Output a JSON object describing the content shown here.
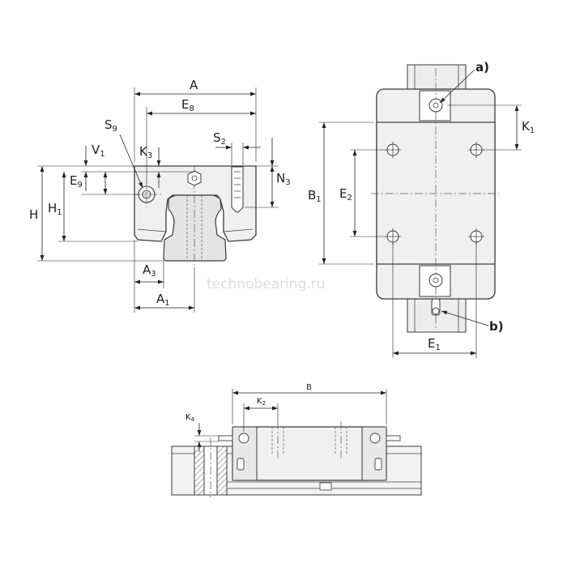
{
  "watermark": "technobearing.ru",
  "front_view": {
    "labels": {
      "A": {
        "main": "A",
        "sub": ""
      },
      "E8": {
        "main": "E",
        "sub": "8"
      },
      "S9": {
        "main": "S",
        "sub": "9"
      },
      "V1": {
        "main": "V",
        "sub": "1"
      },
      "K3": {
        "main": "K",
        "sub": "3"
      },
      "S2": {
        "main": "S",
        "sub": "2"
      },
      "N3": {
        "main": "N",
        "sub": "3"
      },
      "E9": {
        "main": "E",
        "sub": "9"
      },
      "H1": {
        "main": "H",
        "sub": "1"
      },
      "H": {
        "main": "H",
        "sub": ""
      },
      "A3": {
        "main": "A",
        "sub": "3"
      },
      "A1": {
        "main": "A",
        "sub": "1"
      }
    }
  },
  "top_view": {
    "labels": {
      "K1": {
        "main": "K",
        "sub": "1"
      },
      "B1": {
        "main": "B",
        "sub": "1"
      },
      "E2": {
        "main": "E",
        "sub": "2"
      },
      "E1": {
        "main": "E",
        "sub": "1"
      }
    },
    "callouts": {
      "a": "a)",
      "b": "b)"
    }
  },
  "side_view": {
    "labels": {
      "B": {
        "main": "B",
        "sub": ""
      },
      "K2": {
        "main": "K",
        "sub": "2"
      },
      "K4": {
        "main": "K",
        "sub": "4"
      }
    }
  }
}
